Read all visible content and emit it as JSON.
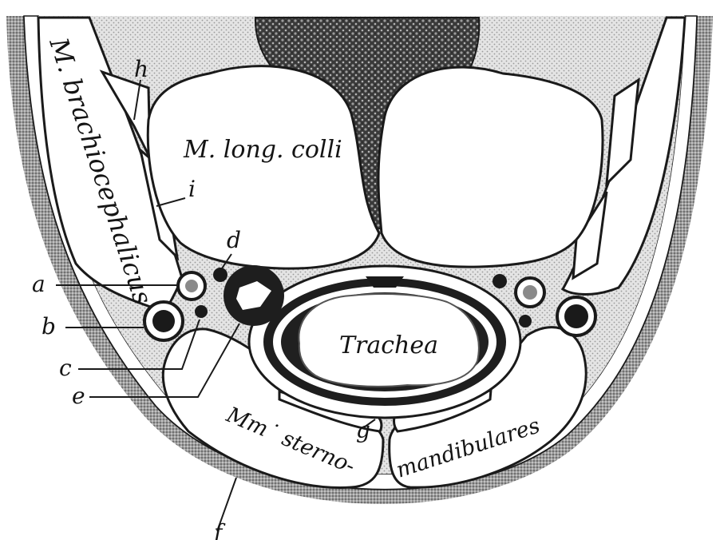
{
  "labels": {
    "brachiocephalicus": "M. brachiocephalicus",
    "long_colli": "M. long. colli",
    "trachea": "Trachea",
    "sterno": "Mm˙ sterno-",
    "mandibulares": "mandibulares",
    "a": "a",
    "b": "b",
    "c": "c",
    "d": "d",
    "e": "e",
    "f": "f",
    "g": "g",
    "h": "h",
    "i": "i"
  }
}
